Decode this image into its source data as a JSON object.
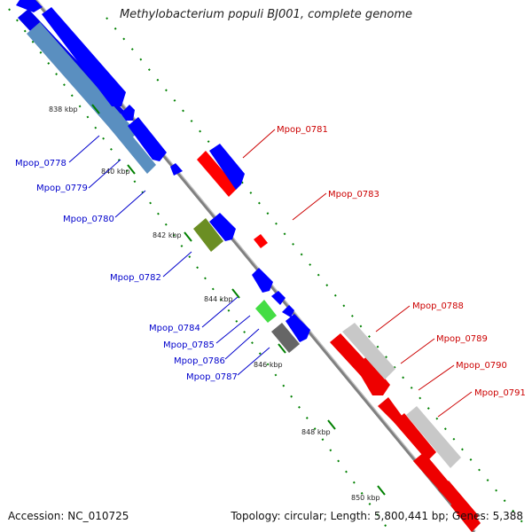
{
  "title": "Methylobacterium populi BJ001, complete genome",
  "footer": {
    "accession": "Accession: NC_010725",
    "topology": "Topology: circular; Length: 5,800,441 bp; Genes: 5,388"
  },
  "colors": {
    "backbone": "#7f7f7f",
    "forward_gene": "#0000ff",
    "reverse_gene": "#ff0000",
    "tick": "#008000",
    "forward_label": "#0000cc",
    "reverse_label": "#cc0000"
  },
  "scale": {
    "ticks": [
      "838 kbp",
      "840 kbp",
      "842 kbp",
      "844 kbp",
      "846 kbp",
      "848 kbp",
      "850 kbp"
    ]
  },
  "genes": {
    "left": [
      "Mpop_0778",
      "Mpop_0779",
      "Mpop_0780",
      "Mpop_0782",
      "Mpop_0784",
      "Mpop_0785",
      "Mpop_0786",
      "Mpop_0787"
    ],
    "right": [
      "Mpop_0781",
      "Mpop_0783",
      "Mpop_0788",
      "Mpop_0789",
      "Mpop_0790",
      "Mpop_0791"
    ]
  }
}
